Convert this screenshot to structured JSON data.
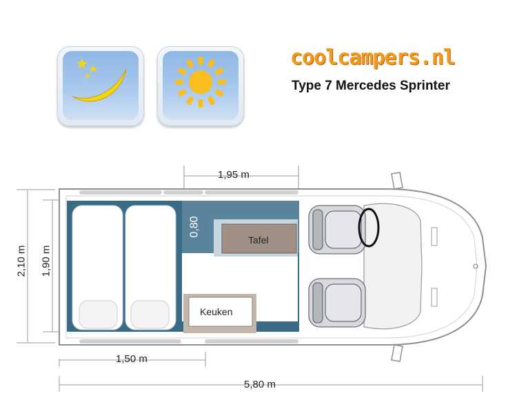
{
  "brand": {
    "name": "coolcampers.nl",
    "model": "Type 7 Mercedes Sprinter"
  },
  "icons": [
    {
      "name": "moon-stars-icon",
      "meaning": "night"
    },
    {
      "name": "sun-icon",
      "meaning": "day"
    }
  ],
  "dimensions": {
    "table_length": "1,95 m",
    "table_width": "0,80",
    "total_width": "2,10 m",
    "inner_width": "1,90 m",
    "bed_length": "1,50 m",
    "total_length": "5,80 m"
  },
  "areas": {
    "table": "Tafel",
    "kitchen": "Keuken"
  },
  "colors": {
    "brand_orange": "#f29a1f",
    "floor_blue": "#3a6b86",
    "table_brown": "#a09086"
  }
}
